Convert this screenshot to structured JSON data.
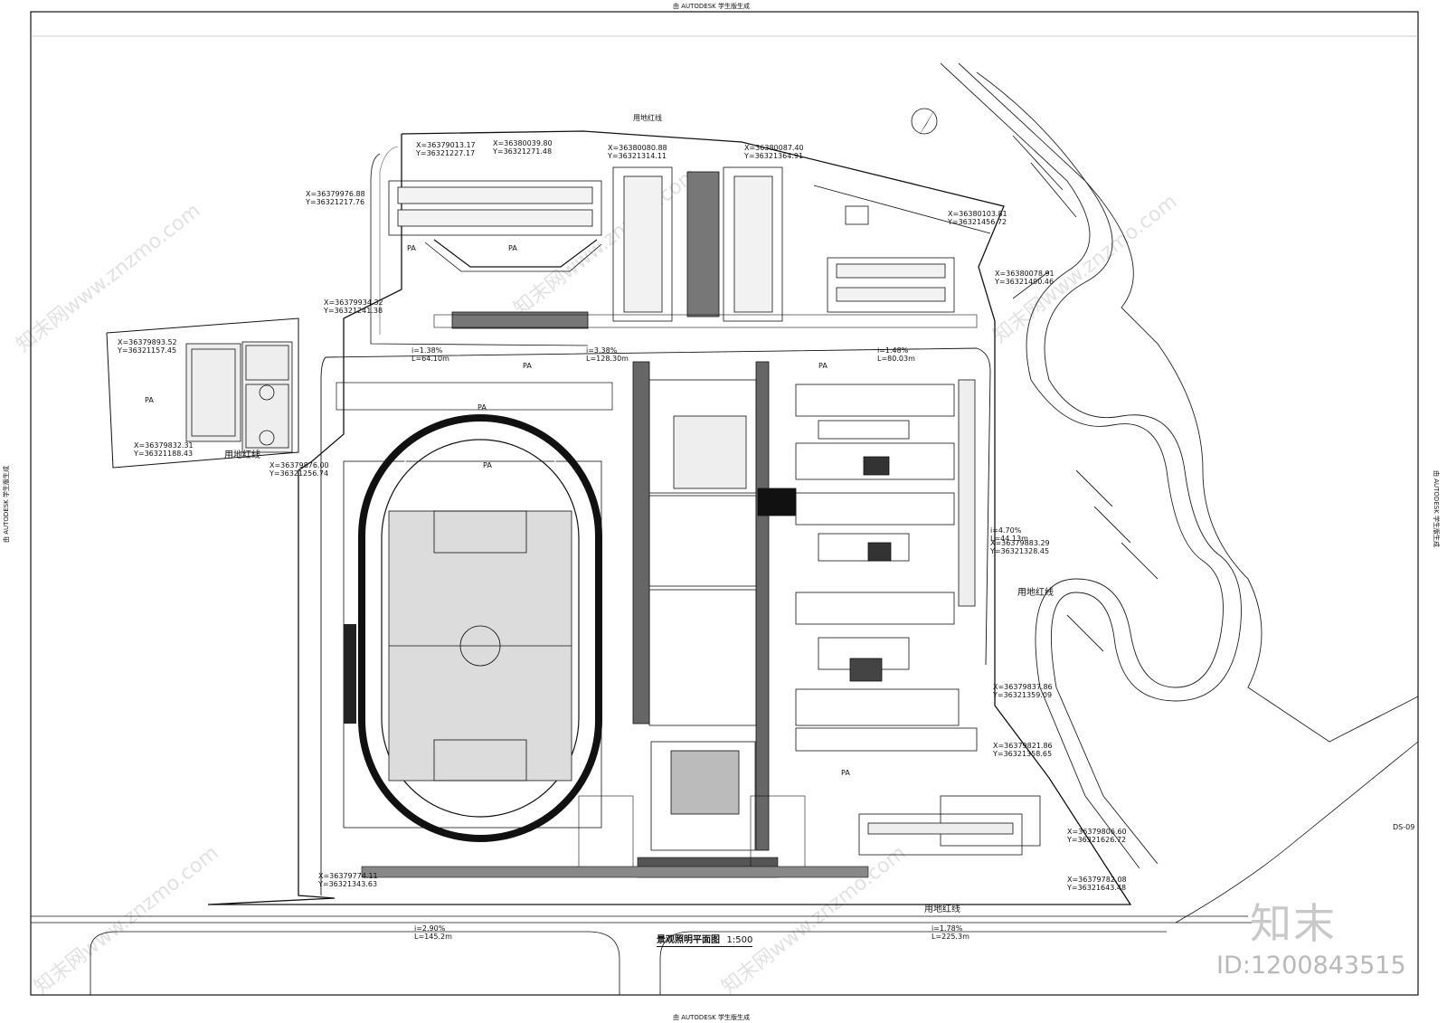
{
  "header_stamp": "由 AUTODESK 学生版生成",
  "footer_stamp": "由 AUTODESK 学生版生成",
  "side_stamp": "由 AUTODESK 学生版生成",
  "drawing_title": "景观照明平面图",
  "drawing_scale": "1:500",
  "sheet_no": "DS-09",
  "boundary_label": "用地红线",
  "area_code": "PA",
  "watermark_logo": "知末",
  "watermark_id": "ID:1200843515",
  "watermark_site": "知末网www.znzmo.com",
  "coords": [
    {
      "x": "X=36379013.17",
      "y": "Y=36321227.17"
    },
    {
      "x": "X=36380039.80",
      "y": "Y=36321271.48"
    },
    {
      "x": "X=36380080.88",
      "y": "Y=36321314.11"
    },
    {
      "x": "X=36380087.40",
      "y": "Y=36321364.91"
    },
    {
      "x": "X=36379976.88",
      "y": "Y=36321217.76"
    },
    {
      "x": "X=36379934.32",
      "y": "Y=36321241.38"
    },
    {
      "x": "X=36379893.52",
      "y": "Y=36321157.45"
    },
    {
      "x": "X=36379832.31",
      "y": "Y=36321188.43"
    },
    {
      "x": "X=36379876.00",
      "y": "Y=36321256.74"
    },
    {
      "x": "X=36380103.81",
      "y": "Y=36321456.72"
    },
    {
      "x": "X=36380078.91",
      "y": "Y=36321490.46"
    },
    {
      "x": "X=36379883.29",
      "y": "Y=36321328.45"
    },
    {
      "x": "X=36379837.86",
      "y": "Y=36321359.09"
    },
    {
      "x": "X=36379821.86",
      "y": "Y=36321358.65"
    },
    {
      "x": "X=36379806.60",
      "y": "Y=36321626.72"
    },
    {
      "x": "X=36379782.08",
      "y": "Y=36321643.48"
    },
    {
      "x": "X=36379774.11",
      "y": "Y=36321343.63"
    }
  ],
  "road_labels": [
    {
      "i": "i=1.38%",
      "l": "L=64.10m"
    },
    {
      "i": "i=3.38%",
      "l": "L=128.30m"
    },
    {
      "i": "i=1.48%",
      "l": "L=80.03m"
    },
    {
      "i": "i=4.70%",
      "l": "L=44.13m"
    },
    {
      "i": "i=2.90%",
      "l": "L=145.2m"
    },
    {
      "i": "i=1.78%",
      "l": "L=225.3m"
    }
  ]
}
